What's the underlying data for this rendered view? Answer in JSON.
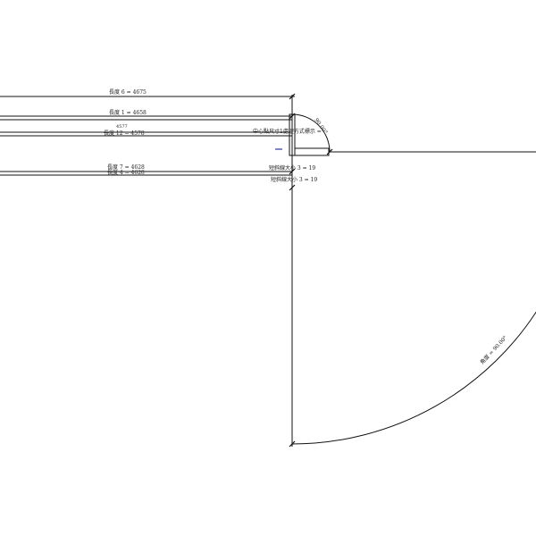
{
  "dimensions": {
    "length6": "長度 6 = 4675",
    "length1": "長度 1 = 4658",
    "length12": "長度 12 = 4578",
    "length12_upper": "4577",
    "length7": "長度 7 = 4628",
    "length4": "長度 4 = 4628",
    "center_mark": "中心點尺寸1處理方式標示 = ",
    "tick_size_a": "短斜線大小 3 = 19",
    "tick_size_b": "短斜線大小 3 = 19",
    "angle": "角度 = 90.00°",
    "small_angle": "90.00°"
  }
}
